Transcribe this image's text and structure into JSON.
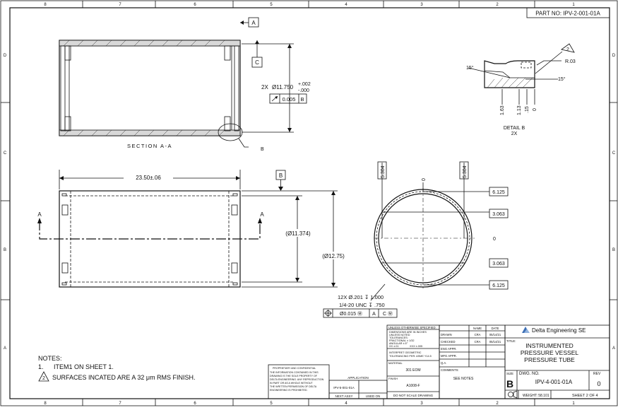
{
  "border": {
    "top_zones": [
      "8",
      "7",
      "6",
      "5",
      "4",
      "3",
      "2",
      "1"
    ],
    "bottom_zones": [
      "8",
      "7",
      "6",
      "5",
      "4",
      "3",
      "2",
      "1"
    ],
    "side_zones": [
      "D",
      "C",
      "B",
      "A"
    ]
  },
  "part_no": "PART NO: IPV-2-001-01A",
  "section_view": {
    "title": "SECTION A-A",
    "datum_a": "A",
    "datum_c": "C",
    "detail_callout": "B",
    "dia_prefix": "2X",
    "dia_value": "Ø11.750",
    "tol_plus": "+.002",
    "tol_minus": "-.000",
    "fcf_tol": "0.005",
    "fcf_datum": "B"
  },
  "detail_view": {
    "title": "DETAIL B",
    "scale": "2X",
    "note_flag": "2",
    "radius": "R.03",
    "angle_left": "15°",
    "angle_right": "15°",
    "dims": [
      "1.63",
      "1.13",
      ".15",
      "0"
    ]
  },
  "side_view": {
    "length": "23.50±.06",
    "datum_b": "B",
    "section_left": "A",
    "section_right": "A",
    "inner_dia": "(Ø11.374)",
    "outer_dia": "(Ø12.75)"
  },
  "end_view": {
    "top_left": "5.304",
    "top_zero": "0",
    "top_right": "5.304",
    "right_dims": [
      "6.125",
      "3.063",
      "0",
      "3.063",
      "6.125"
    ],
    "hole_line1": "12X  Ø.201 ↧ 1.000",
    "hole_line2": "1/4-20 UNC  ↧ .750",
    "fcf_tol": "Ø0.015 Ⓜ",
    "fcf_datum_a": "A",
    "fcf_datum_c": "C Ⓜ"
  },
  "notes": {
    "heading": "NOTES:",
    "item1_num": "1.",
    "item1": "ITEM1 ON SHEET 1.",
    "item2_flag": "2",
    "item2": "SURFACES INCATED ARE A 32 μm RMS FINISH."
  },
  "title_block": {
    "unless_head": "UNLESS OTHERWISE SPECIFIED:",
    "unless_lines": [
      "DIMENSIONS ARE IN INCHES",
      "UNLESS NOTED",
      "TOLERANCES:",
      "FRACTIONAL ± 1/32",
      "ANGULAR ±.5°",
      "XX  ±.01",
      "XXX ±.005"
    ],
    "interpret": "INTERPRET GEOMETRIC",
    "interpret2": "TOLERANCING PER: ASME Y14.5",
    "material_label": "MATERIAL",
    "material": "301 EOM",
    "finish_label": "FINISH",
    "finish": "A1008-F",
    "donot": "DO NOT SCALE DRAWING",
    "next_assy": "IPV-5-001-01A",
    "next_assy_label": "NEXT ASSY",
    "used_on": "USED ON",
    "application": "APPLICATION",
    "rows": [
      {
        "label": "DRAWN",
        "name": "CRA",
        "date": "05/14/21"
      },
      {
        "label": "CHECKED",
        "name": "CRA",
        "date": "05/14/21"
      },
      {
        "label": "ENG APPR.",
        "name": "",
        "date": ""
      },
      {
        "label": "MFG APPR.",
        "name": "",
        "date": ""
      },
      {
        "label": "Q.A.",
        "name": "",
        "date": ""
      },
      {
        "label": "COMMENTS:",
        "name": "",
        "date": ""
      }
    ],
    "name_head": "NAME",
    "date_head": "DATE",
    "comments": "SEE NOTES",
    "company": "Delta Engineering SE",
    "title_label": "TITLE:",
    "title_lines": [
      "INSTRUMENTED",
      "PRESSURE VESSEL",
      "PRESSURE TUBE"
    ],
    "size_label": "SIZE",
    "size": "B",
    "dwg_label": "DWG.  NO.",
    "dwg_no": "IPV-4-001-01A",
    "rev_label": "REV",
    "rev": "0",
    "weight": "WEIGHT: 58.101",
    "sheet": "SHEET 2 OF 4",
    "proprietary": [
      "PROPRIETARY AND CONFIDENTIAL",
      "THE INFORMATION CONTAINED IN THIS",
      "DRAWING IS THE SOLE PROPERTY OF",
      "DELTA ENGINEERING. ANY REPRODUCTION",
      "IN PART OR AS A WHOLE WITHOUT",
      "THE WRITTEN PERMISSION OF DELTA",
      "ENGINEERING IS PROHIBITED."
    ]
  }
}
